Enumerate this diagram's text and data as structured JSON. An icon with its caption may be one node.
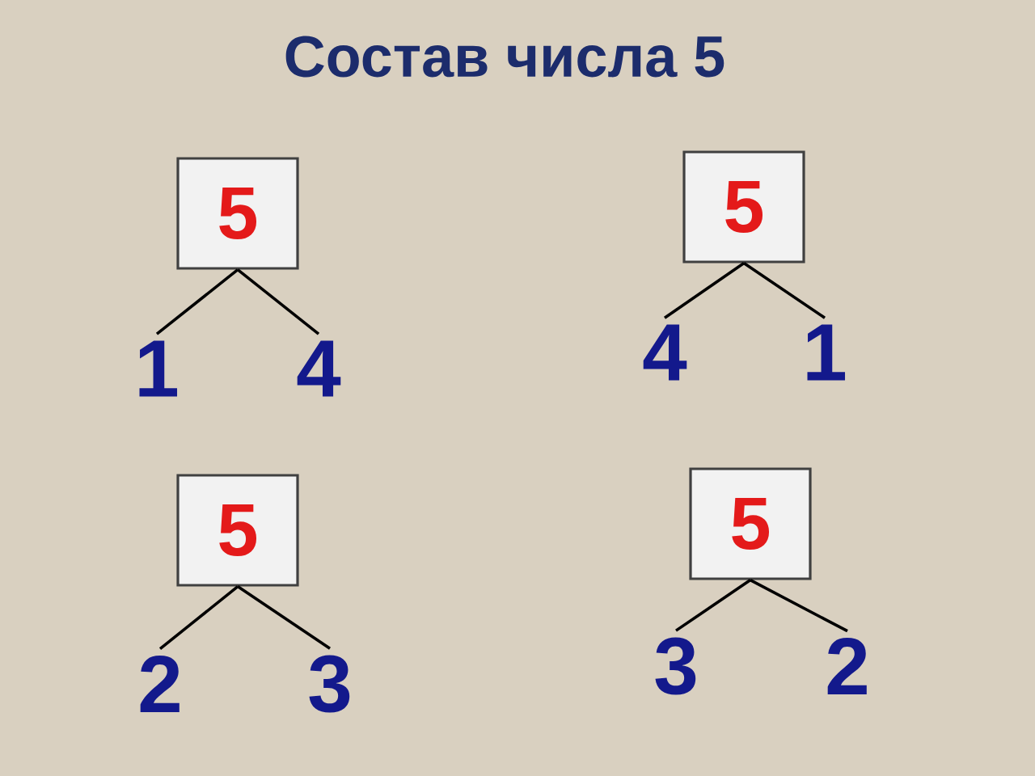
{
  "diagram": {
    "title": "Состав числа 5",
    "nodes": [
      {
        "text": [
          "5"
        ]
      },
      {
        "text": [
          "1"
        ]
      },
      {
        "text": [
          "4"
        ]
      },
      {
        "text": [
          "5"
        ]
      },
      {
        "text": [
          "4"
        ]
      },
      {
        "text": [
          "1"
        ]
      },
      {
        "text": [
          "5"
        ]
      },
      {
        "text": [
          "2"
        ]
      },
      {
        "text": [
          "3"
        ]
      },
      {
        "text": [
          "5"
        ]
      },
      {
        "text": [
          "3"
        ]
      },
      {
        "text": [
          "2"
        ]
      }
    ],
    "edges": [
      {
        "from": 0,
        "to": 1,
        "arrow": "none"
      },
      {
        "from": 0,
        "to": 2,
        "arrow": "none"
      },
      {
        "from": 3,
        "to": 4,
        "arrow": "none"
      },
      {
        "from": 3,
        "to": 5,
        "arrow": "none"
      },
      {
        "from": 6,
        "to": 7,
        "arrow": "none"
      },
      {
        "from": 6,
        "to": 8,
        "arrow": "none"
      },
      {
        "from": 9,
        "to": 10,
        "arrow": "none"
      },
      {
        "from": 9,
        "to": 11,
        "arrow": "none"
      }
    ]
  }
}
